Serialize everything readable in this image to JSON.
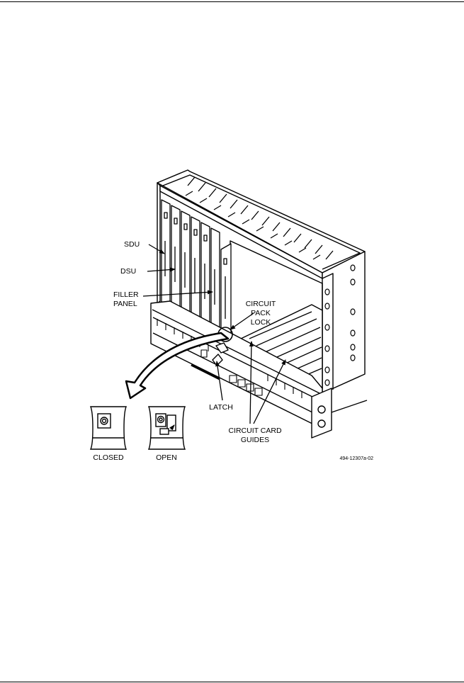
{
  "figure": {
    "labels": {
      "sdu": "SDU",
      "dsu": "DSU",
      "filler_panel": [
        "FILLER",
        "PANEL"
      ],
      "circuit_pack_lock": [
        "CIRCUIT",
        "PACK",
        "LOCK"
      ],
      "latch": "LATCH",
      "circuit_card_guides": [
        "CIRCUIT CARD",
        "GUIDES"
      ],
      "closed": "CLOSED",
      "open": "OPEN"
    },
    "figure_id": "494-12307a-02"
  }
}
